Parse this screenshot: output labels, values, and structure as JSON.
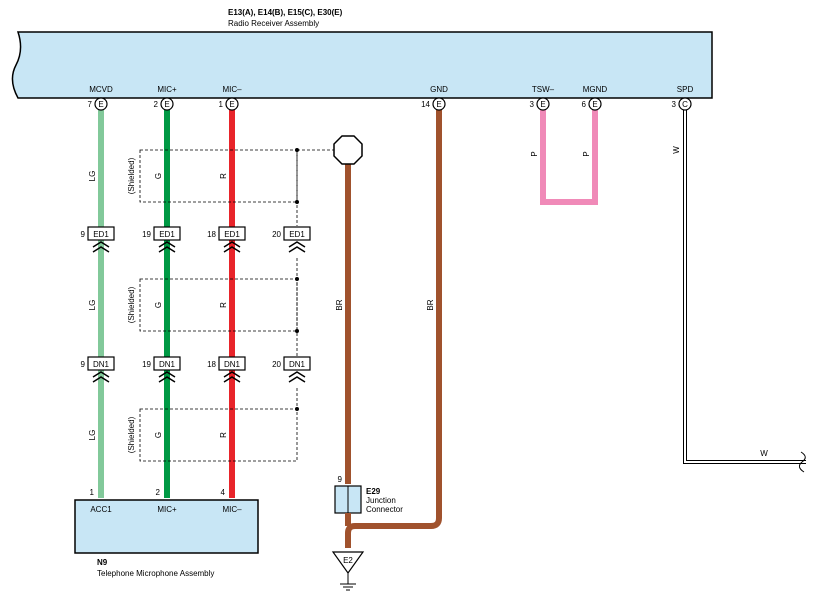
{
  "radio": {
    "connectors": "E13(A), E14(B), E15(C), E30(E)",
    "name": "Radio Receiver Assembly",
    "fill": "#c8e6f5"
  },
  "pins": {
    "mcvd": {
      "label": "MCVD",
      "num": "7",
      "conn": "E"
    },
    "micp": {
      "label": "MIC+",
      "num": "2",
      "conn": "E"
    },
    "micm": {
      "label": "MIC–",
      "num": "1",
      "conn": "E"
    },
    "gnd": {
      "label": "GND",
      "num": "14",
      "conn": "E"
    },
    "tsw": {
      "label": "TSW–",
      "num": "3",
      "conn": "E"
    },
    "mgnd": {
      "label": "MGND",
      "num": "6",
      "conn": "E"
    },
    "spd": {
      "label": "SPD",
      "num": "3",
      "conn": "C"
    }
  },
  "wires": {
    "lg": {
      "code": "LG",
      "color": "#82c99a"
    },
    "g": {
      "code": "G",
      "color": "#009944"
    },
    "r": {
      "code": "R",
      "color": "#e8242a"
    },
    "br": {
      "code": "BR",
      "color": "#a0522d"
    },
    "p": {
      "code": "P",
      "color": "#f08ab8"
    },
    "w": {
      "code": "W",
      "color": "#ffffff"
    }
  },
  "shielded_label": "(Shielded)",
  "ed1": {
    "name": "ED1",
    "pins": [
      "9",
      "19",
      "18",
      "20"
    ]
  },
  "dn1": {
    "name": "DN1",
    "pins": [
      "9",
      "19",
      "18",
      "20"
    ]
  },
  "junction": {
    "id": "E29",
    "name_line1": "Junction",
    "name_line2": "Connector",
    "pin": "9"
  },
  "ground": {
    "id": "E2"
  },
  "microphone": {
    "id": "N9",
    "name": "Telephone Microphone Assembly",
    "fill": "#c8e6f5",
    "pins": [
      {
        "num": "1",
        "label": "ACC1"
      },
      {
        "num": "2",
        "label": "MIC+"
      },
      {
        "num": "4",
        "label": "MIC–"
      }
    ]
  }
}
